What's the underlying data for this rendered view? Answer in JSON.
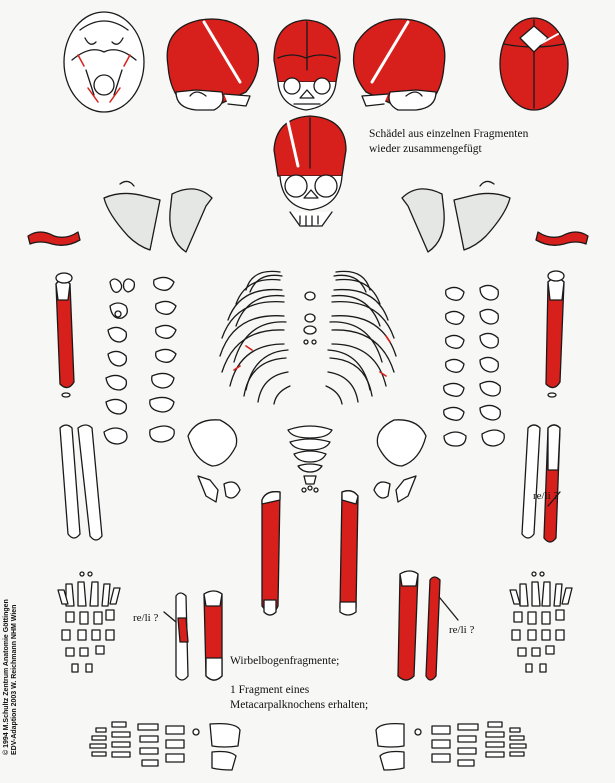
{
  "colors": {
    "preserved": "#d71f1b",
    "missing": "#ffffff",
    "scapula": "#e4e7e4",
    "outline": "#1a1a1a",
    "background": "#f7f7f5"
  },
  "labels": {
    "skull_note_line1": "Schädel aus einzelnen Fragmenten",
    "skull_note_line2": "wieder zusammengefügt",
    "side_unknown": "re/li ?",
    "vertebral_arch": "Wirbelbogenfragmente;",
    "metacarpal_line1": "1 Fragment eines",
    "metacarpal_line2": "Metacarpalknochens erhalten;"
  },
  "copyright": {
    "line1": "© 1994 M.Schultz Zentrum Anatomie   Göttingen",
    "line2": "EDV-Adaption 2003 W. Reichmann   NHM Wien"
  },
  "skull_views": [
    "basal-view",
    "left-lateral-view",
    "frontal-view",
    "right-lateral-view",
    "top-view",
    "posterior-view"
  ]
}
